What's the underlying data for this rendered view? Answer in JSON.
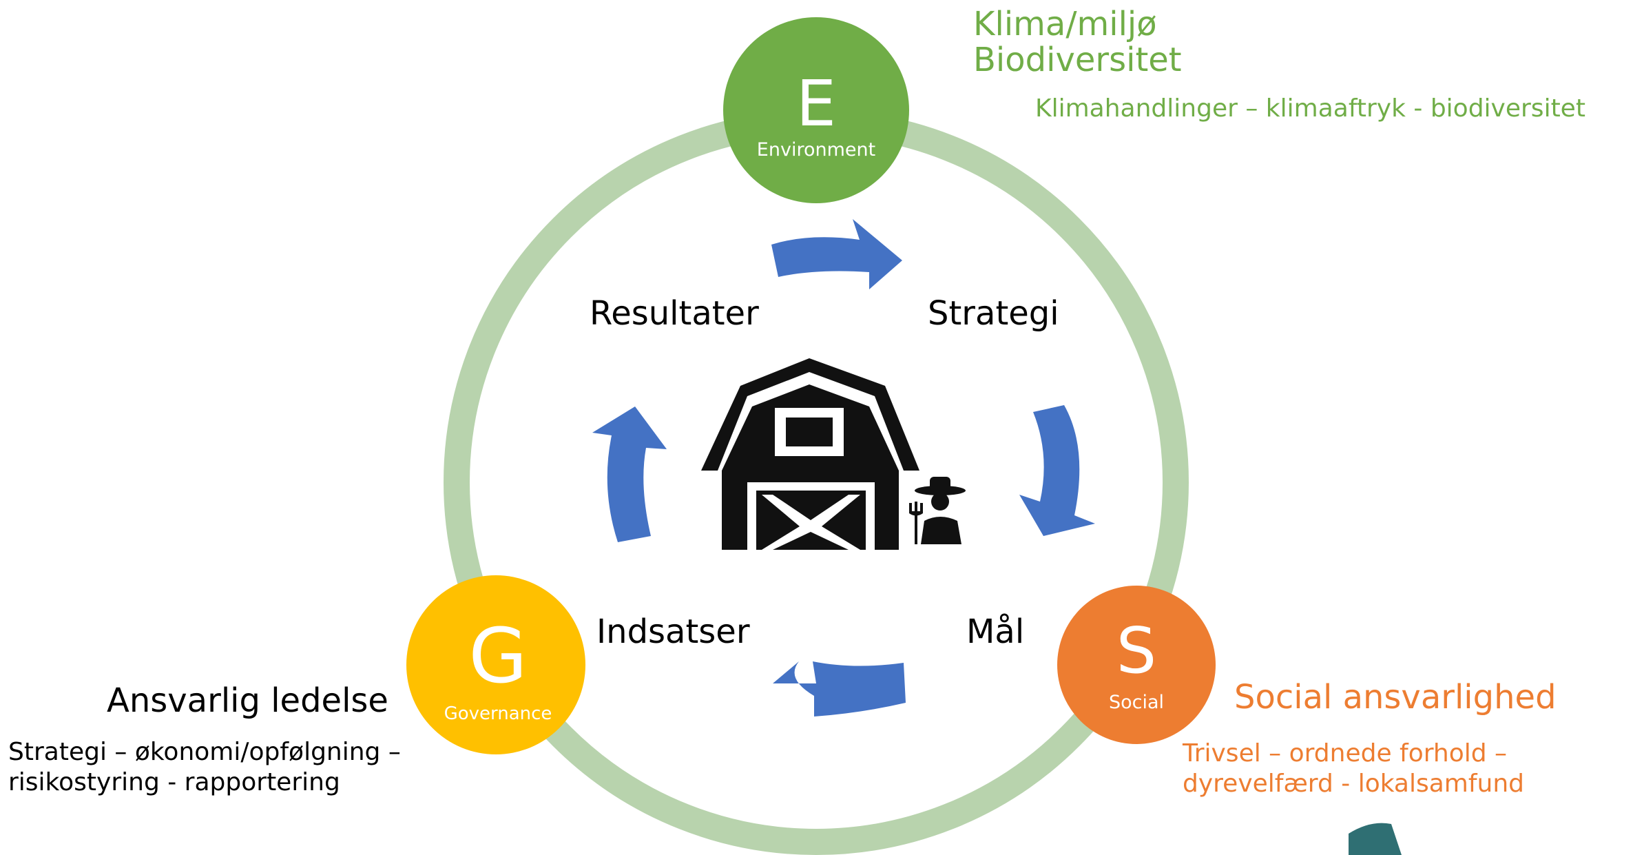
{
  "colors": {
    "ring": "#b8d3ad",
    "arrow": "#4472c4",
    "environment": "#70ad47",
    "social": "#ed7d31",
    "governance": "#ffc000",
    "black": "#000000",
    "partial_logo": "#2f6f73"
  },
  "nodes": {
    "environment": {
      "letter": "E",
      "label": "Environment"
    },
    "social": {
      "letter": "S",
      "label": "Social"
    },
    "governance": {
      "letter": "G",
      "label": "Governance"
    }
  },
  "cycle": {
    "results": "Resultater",
    "strategy": "Strategi",
    "goals": "Mål",
    "efforts": "Indsatser"
  },
  "environment_text": {
    "title_line1": "Klima/miljø",
    "title_line2": "Biodiversitet",
    "detail": "Klimahandlinger – klimaaftryk - biodiversitet"
  },
  "social_text": {
    "title": "Social ansvarlighed",
    "detail_line1": "Trivsel – ordnede forhold –",
    "detail_line2": "dyrevelfærd - lokalsamfund"
  },
  "governance_text": {
    "title": "Ansvarlig ledelse",
    "detail_line1": "Strategi – økonomi/opfølgning –",
    "detail_line2": "risikostyring - rapportering"
  },
  "icons": {
    "center": "barn-icon",
    "farmer": "farmer-icon",
    "cycle_arrows": "curved-arrow-icon"
  }
}
